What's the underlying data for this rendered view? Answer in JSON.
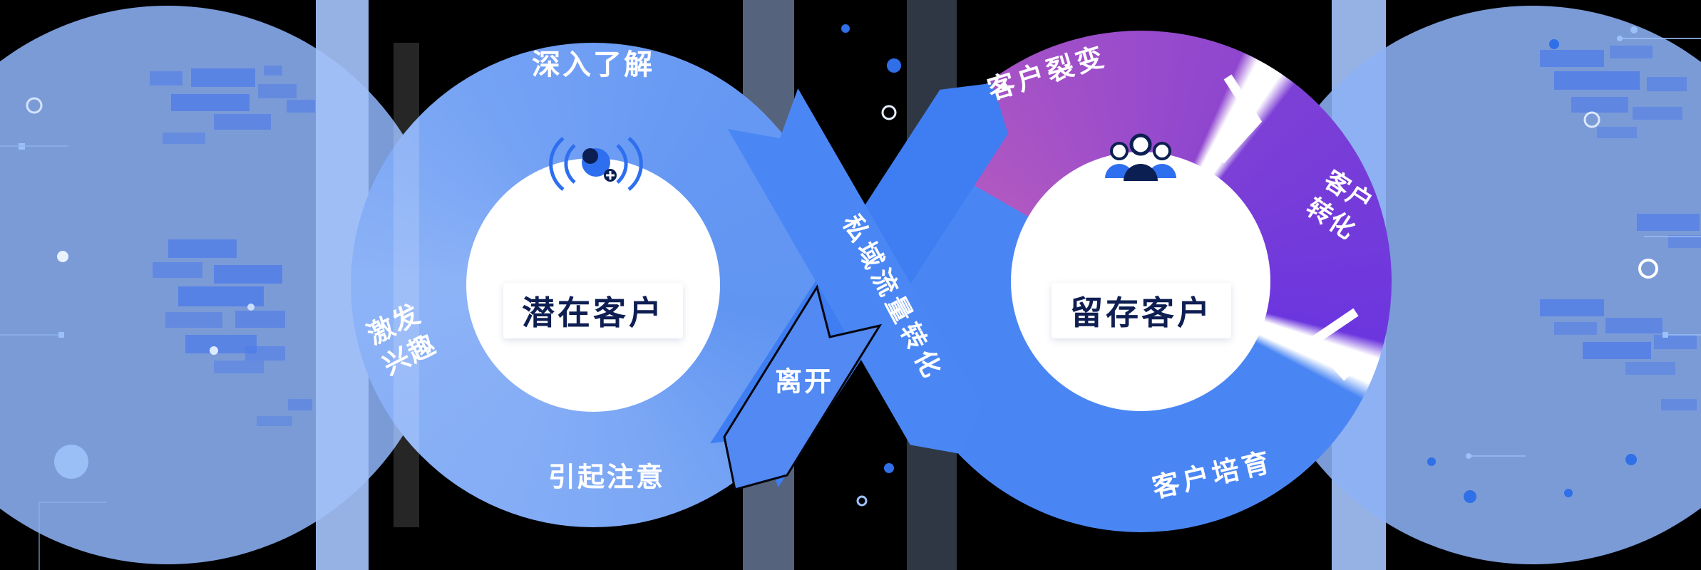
{
  "diagram": {
    "background": "#000000",
    "left_loop": {
      "center_label": "潜在客户",
      "stage_top": "深入了解",
      "stage_left": {
        "line1": "激发",
        "line2": "兴趣"
      },
      "stage_bottom": "引起注意",
      "exit_label": "离开"
    },
    "connector_label": "私域流量转化",
    "right_loop": {
      "center_label": "留存客户",
      "stage_top": "客户裂变",
      "stage_right": {
        "line1": "客户",
        "line2": "转化"
      },
      "stage_bottom": "客户培育"
    },
    "icons": {
      "left_center": "prospect-attract-icon",
      "right_center": "customer-group-icon"
    },
    "colors": {
      "ring_blue_light": "#8ab0f6",
      "ring_blue": "#6b9cf3",
      "band_blue": "#4a86f3",
      "purple_top": "#a653c6",
      "purple_right": "#7c3fd7",
      "label_navy": "#0e1e52",
      "white": "#ffffff"
    }
  }
}
